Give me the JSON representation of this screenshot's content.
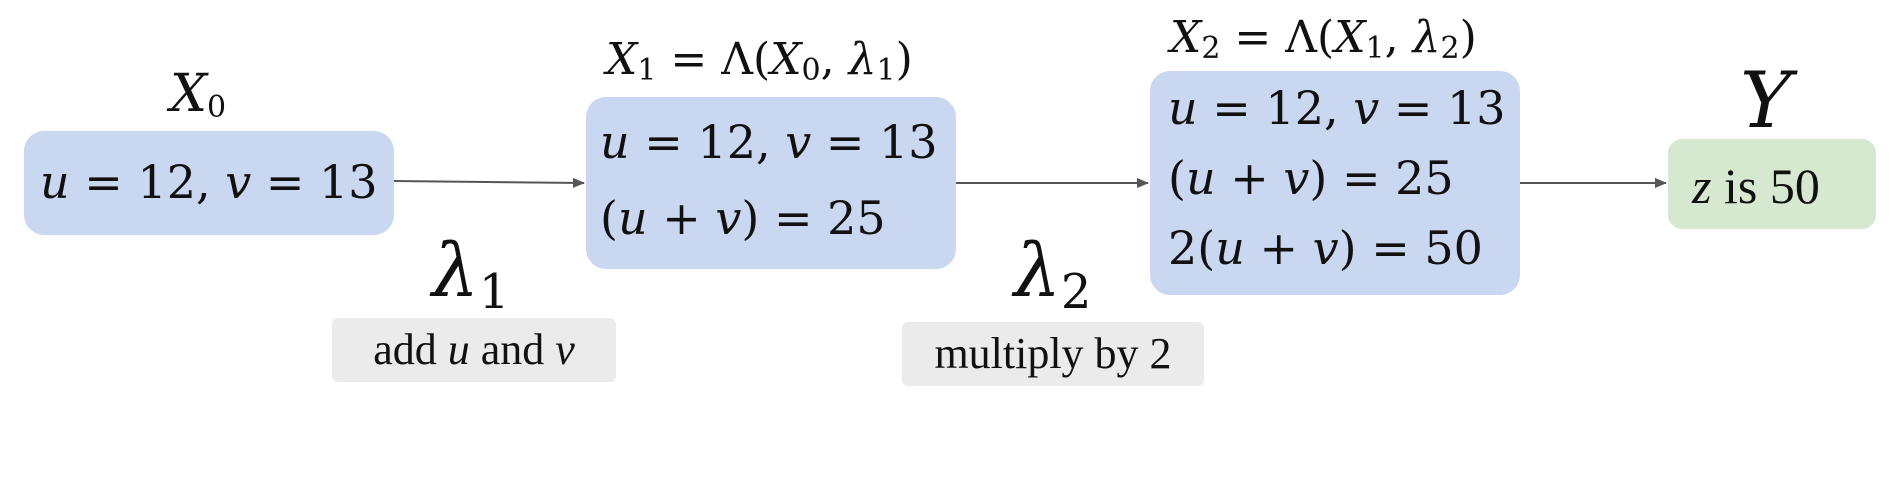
{
  "nodes": {
    "x0": {
      "title_var": "X",
      "title_sub": "0",
      "line_u": "u",
      "line_eq1": " = 12, ",
      "line_v": "v",
      "line_eq2": " = 13"
    },
    "x1": {
      "title_var": "X",
      "title_sub": "1",
      "title_rest": " = Λ(",
      "title_arg1_var": "X",
      "title_arg1_sub": "0",
      "title_sep": ", ",
      "title_arg2_var": "λ",
      "title_arg2_sub": "1",
      "title_close": ")",
      "line1_u": "u",
      "line1_eq1": " = 12, ",
      "line1_v": "v",
      "line1_eq2": " = 13",
      "line2_open": "(",
      "line2_u": "u",
      "line2_plus": " + ",
      "line2_v": "v",
      "line2_rest": ") = 25"
    },
    "x2": {
      "title_var": "X",
      "title_sub": "2",
      "title_rest": " = Λ(",
      "title_arg1_var": "X",
      "title_arg1_sub": "1",
      "title_sep": ", ",
      "title_arg2_var": "λ",
      "title_arg2_sub": "2",
      "title_close": ")",
      "line1_u": "u",
      "line1_eq1": " = 12, ",
      "line1_v": "v",
      "line1_eq2": " = 13",
      "line2_open": "(",
      "line2_u": "u",
      "line2_plus": " + ",
      "line2_v": "v",
      "line2_rest": ") = 25",
      "line3_open": "2(",
      "line3_u": "u",
      "line3_plus": " + ",
      "line3_v": "v",
      "line3_rest": ") = 50"
    },
    "y": {
      "title": "Y",
      "z_var": "z",
      "z_rest": " is 50"
    }
  },
  "transforms": {
    "lambda1": {
      "symbol": "λ",
      "sub": "1",
      "desc_a": "add ",
      "desc_u": "u",
      "desc_b": " and ",
      "desc_v": "v"
    },
    "lambda2": {
      "symbol": "λ",
      "sub": "2",
      "desc": "multiply by 2"
    }
  },
  "colors": {
    "state_box": "#c9d7f0",
    "result_box": "#d6e8d0",
    "label_chip": "#ebebeb",
    "arrow": "#555555"
  }
}
